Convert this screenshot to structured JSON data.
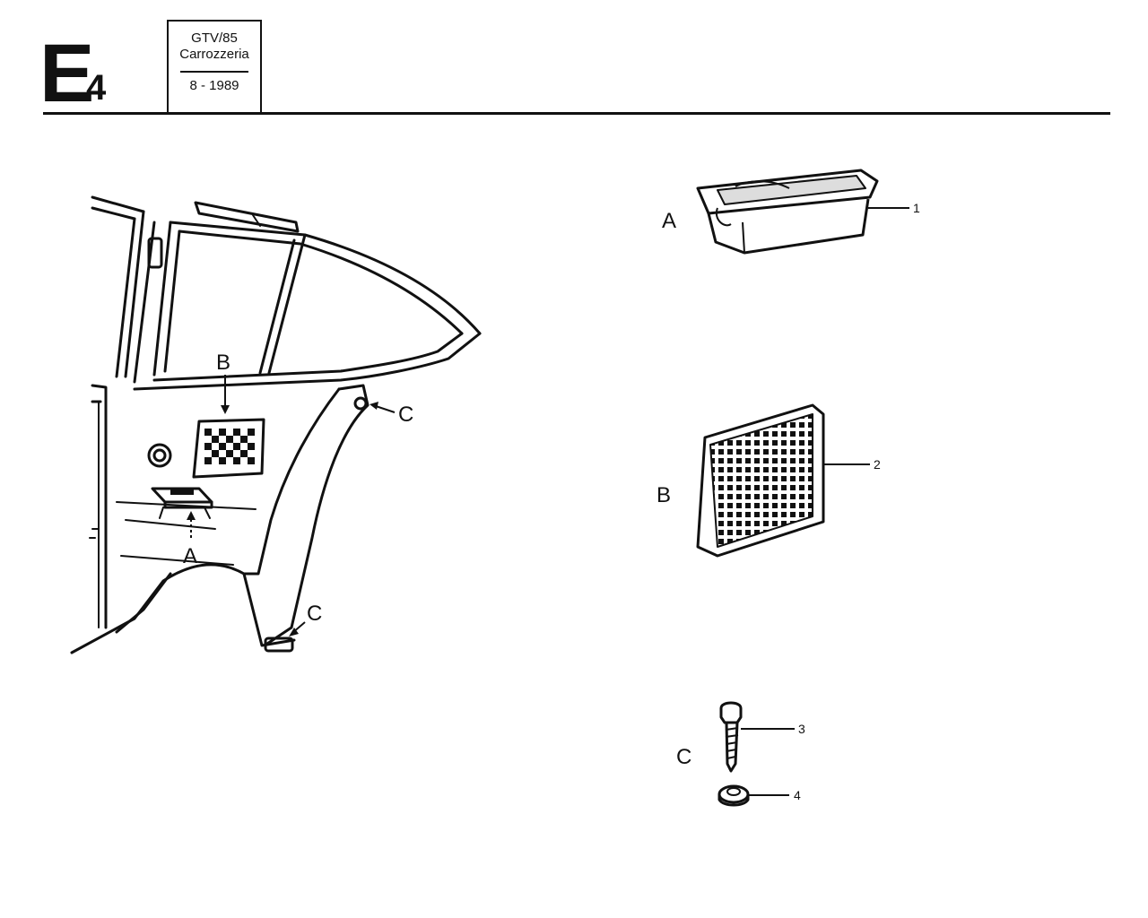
{
  "header": {
    "section_letter": "E",
    "section_number": "4",
    "model": "GTV/85",
    "group": "Carrozzeria",
    "date": "8 - 1989"
  },
  "callouts": {
    "overview": {
      "a": "A",
      "b": "B",
      "c_upper": "C",
      "c_lower": "C"
    },
    "details": {
      "a": "A",
      "b": "B",
      "c": "C"
    },
    "parts": {
      "p1": "1",
      "p2": "2",
      "p3": "3",
      "p4": "4"
    }
  }
}
